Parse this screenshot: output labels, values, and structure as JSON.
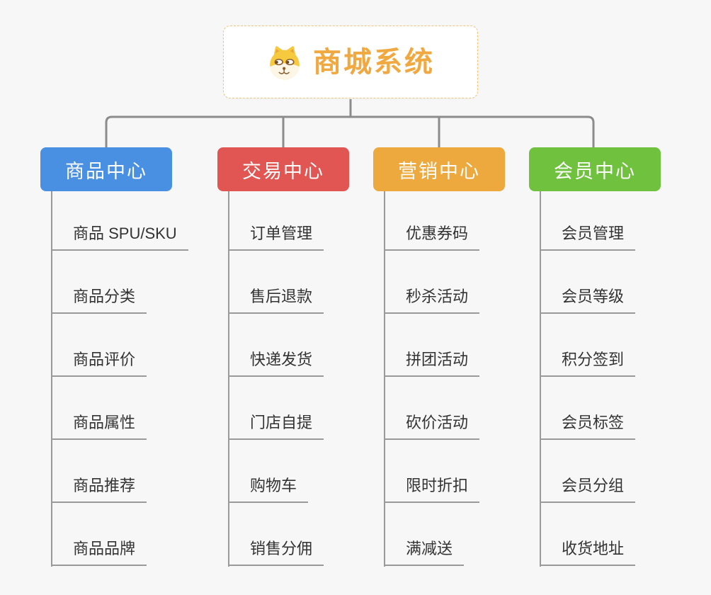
{
  "root": {
    "title": "商城系统",
    "icon": "dog-face-icon"
  },
  "colors": {
    "background": "#f7f7f7",
    "connector": "#8c8c8c",
    "underline": "#9a9a9a",
    "root_text": "#f0a840",
    "root_border": "#f2c377"
  },
  "branches": [
    {
      "label": "商品中心",
      "color": "#4a90e2",
      "children": [
        "商品 SPU/SKU",
        "商品分类",
        "商品评价",
        "商品属性",
        "商品推荐",
        "商品品牌"
      ]
    },
    {
      "label": "交易中心",
      "color": "#e15552",
      "children": [
        "订单管理",
        "售后退款",
        "快递发货",
        "门店自提",
        "购物车",
        "销售分佣"
      ]
    },
    {
      "label": "营销中心",
      "color": "#eda93d",
      "children": [
        "优惠券码",
        "秒杀活动",
        "拼团活动",
        "砍价活动",
        "限时折扣",
        "满减送"
      ]
    },
    {
      "label": "会员中心",
      "color": "#6fc13e",
      "children": [
        "会员管理",
        "会员等级",
        "积分签到",
        "会员标签",
        "会员分组",
        "收货地址"
      ]
    }
  ]
}
